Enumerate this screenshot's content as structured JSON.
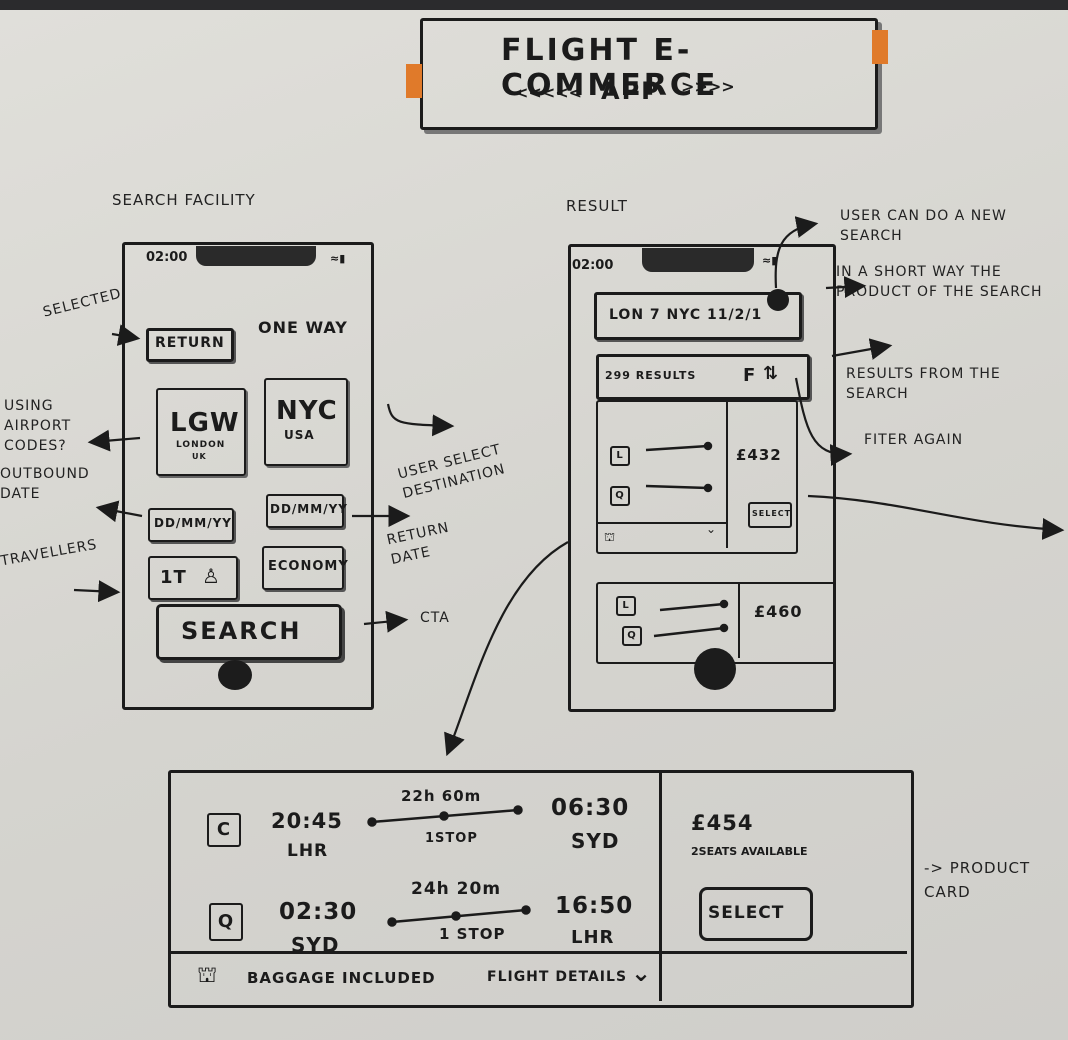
{
  "header": {
    "title": "FLIGHT E-COMMERCE",
    "subtitle": "APP",
    "left_arrows": "<<<<<",
    "right_arrows": ">>>>"
  },
  "search_screen": {
    "section_label": "SEARCH FACILITY",
    "status_time": "02:00",
    "return_label": "RETURN",
    "oneway_label": "ONE WAY",
    "origin_code": "LGW",
    "origin_city": "LONDON",
    "origin_country": "UK",
    "dest_code": "NYC",
    "dest_country": "USA",
    "outbound_date": "DD/MM/YY",
    "return_date": "DD/MM/YY",
    "travellers": "1T",
    "cabin": "ECONOMY",
    "search_label": "SEARCH"
  },
  "search_annotations": {
    "selected": "SELECTED",
    "airport_codes": "USING AIRPORT CODES?",
    "outbound_date": "OUTBOUND DATE",
    "travellers": "TRAVELLERS",
    "user_select_destination": "USER SELECT DESTINATION",
    "return_date": "RETURN DATE",
    "cta": "CTA"
  },
  "result_screen": {
    "section_label": "RESULT",
    "status_time": "02:00",
    "search_summary": "LON 7 NYC 11/2/1",
    "results_count": "299 RESULTS",
    "filter_label": "F",
    "card1": {
      "airline_a": "L",
      "airline_b": "Q",
      "price": "£432",
      "select_label": "SELECT"
    },
    "card2": {
      "airline_a": "L",
      "airline_b": "Q",
      "price": "£460"
    }
  },
  "result_annotations": {
    "new_search": "USER CAN DO A NEW SEARCH",
    "short_way": "IN A SHORT WAY THE PRODUCT OF THE SEARCH",
    "results_from_search": "RESULTS FROM THE SEARCH",
    "filter_again": "FITER AGAIN"
  },
  "product_card": {
    "outbound": {
      "airline": "C",
      "depart_time": "20:45",
      "depart_airport": "LHR",
      "duration": "22h 60m",
      "stops": "1STOP",
      "arrive_time": "06:30",
      "arrive_airport": "SYD"
    },
    "inbound": {
      "airline": "Q",
      "depart_time": "02:30",
      "depart_airport": "SYD",
      "duration": "24h 20m",
      "stops": "1 STOP",
      "arrive_time": "16:50",
      "arrive_airport": "LHR"
    },
    "price": "£454",
    "seats": "2SEATS AVAILABLE",
    "select_label": "SELECT",
    "baggage": "BAGGAGE INCLUDED",
    "details": "FLIGHT DETAILS",
    "annotation": "-> PRODUCT CARD"
  }
}
